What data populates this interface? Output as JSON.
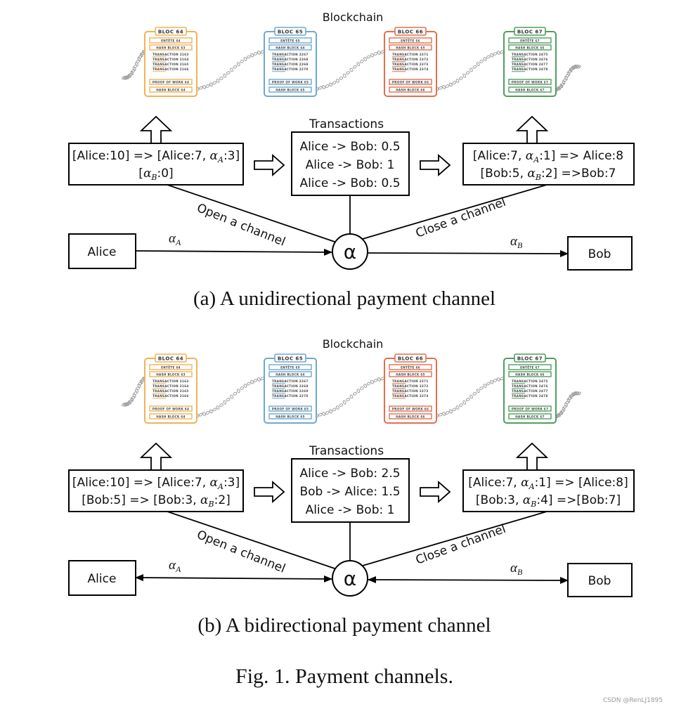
{
  "figure": {
    "caption": "Fig. 1.  Payment channels.",
    "watermark": "CSDN @RenLJ1895"
  },
  "blockchain": {
    "title": "Blockchain",
    "blocks": [
      {
        "name": "BLOC 64",
        "header": "ENTÊTE 64",
        "prev_hash": "HASH BLOCK 63",
        "transactions": [
          "TRANSACTION 2163",
          "TRANSACTION 2164",
          "TRANSACTION 2165",
          "TRANSACTION 2166"
        ],
        "proof": "PROOF OF WORK 64",
        "hash": "HASH BLOCK 64",
        "color": "#f0b25a"
      },
      {
        "name": "BLOC 65",
        "header": "ENTÊTE 65",
        "prev_hash": "HASH BLOCK 64",
        "transactions": [
          "TRANSACTION 2267",
          "TRANSACTION 2268",
          "TRANSACTION 2269",
          "TRANSACTION 2270"
        ],
        "proof": "PROOF OF WORK 65",
        "hash": "HASH BLOCK 65",
        "color": "#6fa8d0"
      },
      {
        "name": "BLOC 66",
        "header": "ENTÊTE 66",
        "prev_hash": "HASH BLOCK 65",
        "transactions": [
          "TRANSACTION 2371",
          "TRANSACTION 2372",
          "TRANSACTION 2373",
          "TRANSACTION 2374"
        ],
        "proof": "PROOF OF WORK 66",
        "hash": "HASH BLOCK 66",
        "color": "#e2704f"
      },
      {
        "name": "BLOC 67",
        "header": "ENTÊTE 67",
        "prev_hash": "HASH BLOCK 66",
        "transactions": [
          "TRANSACTION 2475",
          "TRANSACTION 2476",
          "TRANSACTION 2477",
          "TRANSACTION 2478"
        ],
        "proof": "PROOF OF WORK 67",
        "hash": "HASH BLOCK 67",
        "color": "#4f9d5e"
      }
    ]
  },
  "panels": [
    {
      "id": "a",
      "caption": "(a) A unidirectional payment channel",
      "open_box": [
        "[Alice:10] => [Alice:7, αA:3]",
        "[αB:0]"
      ],
      "transactions_title": "Transactions",
      "transactions": [
        "Alice -> Bob: 0.5",
        "Alice -> Bob: 1",
        "Alice -> Bob: 0.5"
      ],
      "close_box": [
        "[Alice:7, αA:1] => Alice:8",
        "[Bob:5, αB:2] =>Bob:7"
      ],
      "open_label": "Open a channel",
      "close_label": "Close a channel",
      "alice": "Alice",
      "bob": "Bob",
      "channel": "α",
      "alpha_a": "α",
      "alpha_a_sub": "A",
      "alpha_b": "α",
      "alpha_b_sub": "B",
      "direction": "unidirectional"
    },
    {
      "id": "b",
      "caption": "(b) A bidirectional payment channel",
      "open_box": [
        "[Alice:10] => [Alice:7, αA:3]",
        "[Bob:5] => [Bob:3, αB:2]"
      ],
      "transactions_title": "Transactions",
      "transactions": [
        "Alice -> Bob: 2.5",
        "Bob -> Alice: 1.5",
        "Alice -> Bob: 1"
      ],
      "close_box": [
        "[Alice:7, αA:1] => [Alice:8]",
        "[Bob:3, αB:4] =>[Bob:7]"
      ],
      "open_label": "Open a channel",
      "close_label": "Close a channel",
      "alice": "Alice",
      "bob": "Bob",
      "channel": "α",
      "alpha_a": "α",
      "alpha_a_sub": "A",
      "alpha_b": "α",
      "alpha_b_sub": "B",
      "direction": "bidirectional"
    }
  ]
}
